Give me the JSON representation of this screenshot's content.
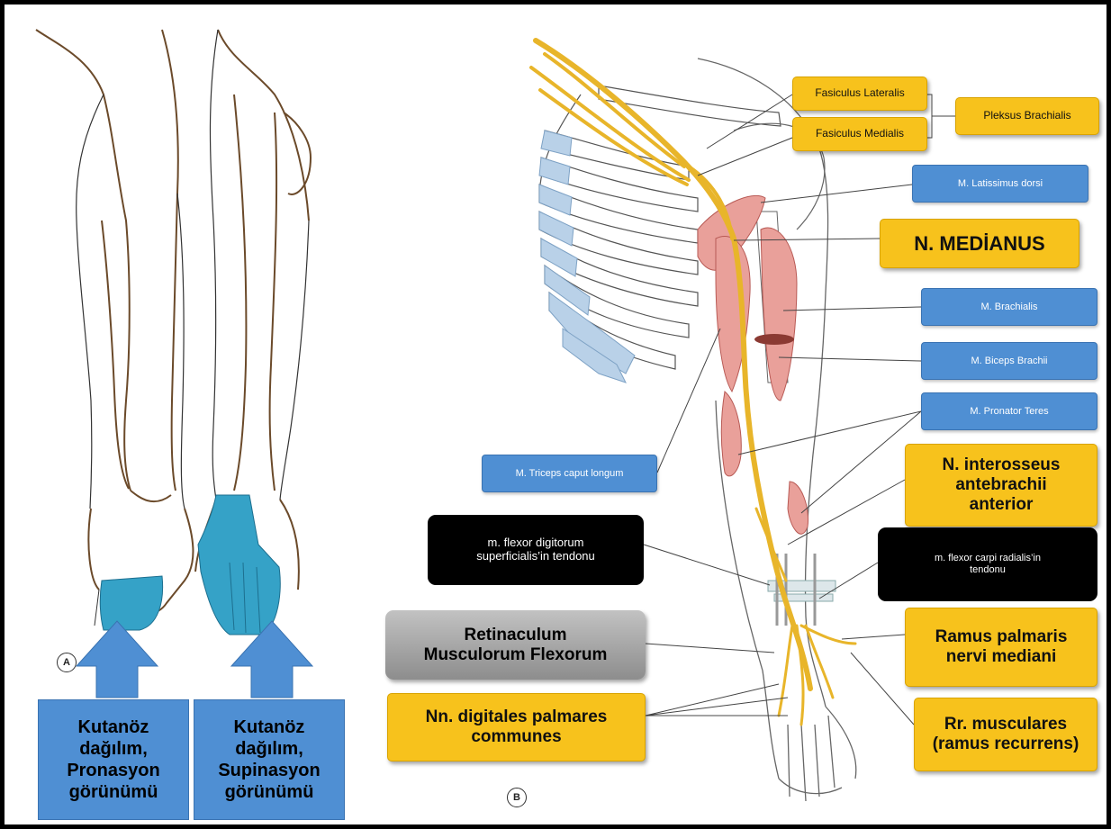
{
  "panel_a": {
    "marker": "A",
    "arrow_left_lines": [
      "Kutanöz",
      "dağılım,",
      "Pronasyon",
      "görünümü"
    ],
    "arrow_right_lines": [
      "Kutanöz",
      "dağılım,",
      "Supinasyon",
      "görünümü"
    ]
  },
  "panel_b": {
    "marker": "B",
    "labels": {
      "fasiculus_lateralis": "Fasiculus Lateralis",
      "fasiculus_medialis": "Fasiculus Medialis",
      "pleksus_brachialis": "Pleksus Brachialis",
      "latissimus_dorsi": "M. Latissimus dorsi",
      "n_medianus": "N. MEDİANUS",
      "brachialis": "M. Brachialis",
      "biceps_brachii": "M. Biceps Brachii",
      "pronator_teres": "M. Pronator Teres",
      "triceps": "M. Triceps caput longum",
      "interosseus_lines": [
        "N. interosseus",
        "antebrachii",
        "anterior"
      ],
      "fds_lines": [
        "m. flexor digitorum",
        "superficialis’in tendonu"
      ],
      "fcr_lines": [
        "m. flexor carpi radialis’in",
        "tendonu"
      ],
      "retinaculum_lines": [
        "Retinaculum",
        "Musculorum Flexorum"
      ],
      "ramus_palmaris_lines": [
        "Ramus palmaris",
        "nervi mediani"
      ],
      "digitales_lines": [
        "Nn. digitales palmares",
        "communes"
      ],
      "musculares_lines": [
        "Rr. musculares",
        "(ramus recurrens)"
      ]
    }
  },
  "colors": {
    "nerve": "#e8b52a",
    "cutaneous_zone": "#35a2c7",
    "muscle": "#e9a09a",
    "rib_cartilage": "#b9d1e8",
    "label_yellow": "#f7c21c",
    "label_blue": "#4f8fd3",
    "label_black": "#000000",
    "label_grey": "#a8a8a8"
  }
}
